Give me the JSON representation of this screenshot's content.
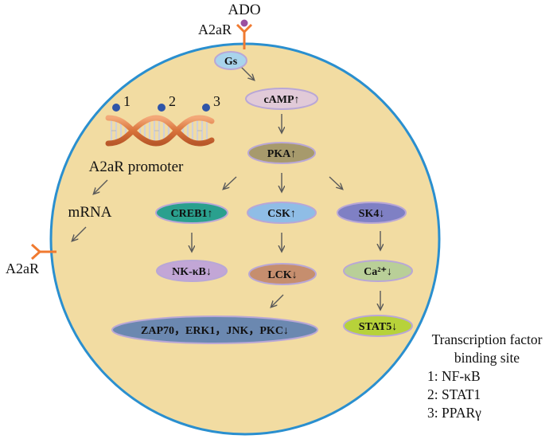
{
  "title": "A2aR signaling pathway",
  "ligand": {
    "label": "ADO",
    "color": "#9b4fa0"
  },
  "receptor_top_label": "A2aR",
  "receptor_left_label": "A2aR",
  "receptor_color": "#f07a30",
  "cell": {
    "fill": "#f2dca2",
    "border": "#2a8fcf"
  },
  "dna": {
    "label": "A2aR promoter",
    "sites": [
      "1",
      "2",
      "3"
    ],
    "dot_color": "#2f55a8"
  },
  "mrna_label": "mRNA",
  "nodes": {
    "gs": {
      "label": "Gs",
      "fill": "#a9d4ec",
      "stroke": "#b9a7d6"
    },
    "camp": {
      "label": "cAMP↑",
      "fill": "#e1cad8",
      "stroke": "#b9a7d6"
    },
    "pka": {
      "label": "PKA↑",
      "fill": "#a79a6c",
      "stroke": "#b9a7d6"
    },
    "creb1": {
      "label": "CREB1↑",
      "fill": "#2aa08e",
      "stroke": "#b9a7d6"
    },
    "csk": {
      "label": "CSK↑",
      "fill": "#8fbde6",
      "stroke": "#b9a7d6"
    },
    "sk4": {
      "label": "SK4↓",
      "fill": "#7f80c4",
      "stroke": "#b9a7d6"
    },
    "nfkb": {
      "label": "NK-κB↓",
      "fill": "#c2a6d6",
      "stroke": "#b9a7d6"
    },
    "lck": {
      "label": "LCK↓",
      "fill": "#c68e6e",
      "stroke": "#b9a7d6"
    },
    "ca": {
      "label": "Ca²⁺↓",
      "fill": "#b9cf98",
      "stroke": "#b9a7d6"
    },
    "zap70": {
      "label": "ZAP70，ERK1，JNK，PKC↓",
      "fill": "#6b88b0",
      "stroke": "#b9a7d6"
    },
    "stat5": {
      "label": "STAT5↓",
      "fill": "#b7d23a",
      "stroke": "#b9a7d6"
    }
  },
  "legend": {
    "title_line1": "Transcription factor",
    "title_line2": "binding site",
    "items": [
      "1: NF-κB",
      "2: STAT1",
      "3: PPARγ"
    ]
  }
}
